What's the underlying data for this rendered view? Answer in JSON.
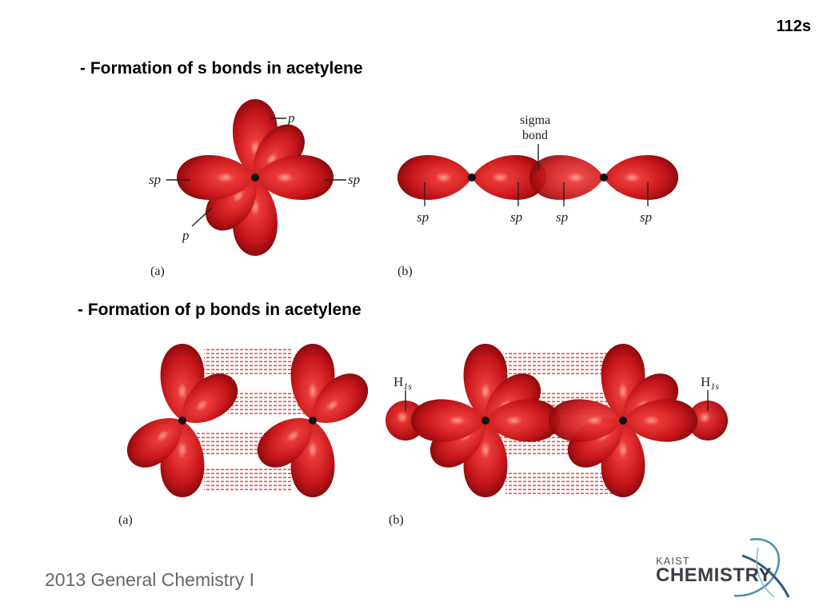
{
  "slide": {
    "number": "112s"
  },
  "headings": {
    "sigma": "- Formation of s bonds in acetylene",
    "pi": "- Formation of p bonds in acetylene"
  },
  "labels": {
    "p": "p",
    "sp": "sp",
    "sigma_bond_line1": "sigma",
    "sigma_bond_line2": "bond",
    "h": "H",
    "h_sub": "1s",
    "panel_a": "(a)",
    "panel_b": "(b)"
  },
  "footer": {
    "course": "2013 General Chemistry I"
  },
  "logo": {
    "line1": "KAIST",
    "line2": "CHEMISTRY"
  },
  "colors": {
    "orbital": "#c8171b",
    "orbital_dark": "#8e0a0d",
    "highlight": "#ff9d96",
    "pi_overlap": "#d4403f"
  }
}
